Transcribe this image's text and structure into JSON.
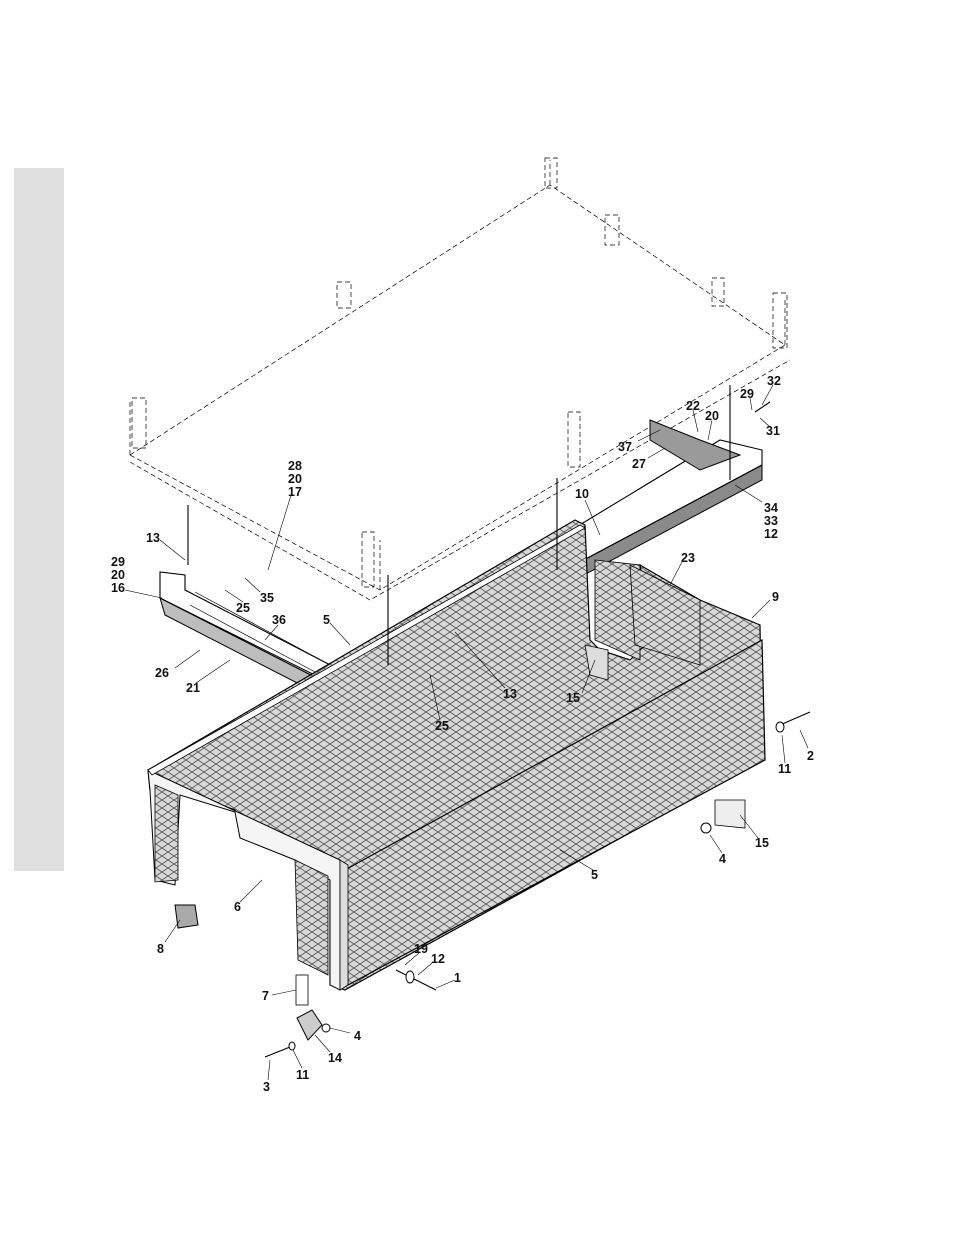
{
  "diagram": {
    "labels": [
      "32",
      "29",
      "22",
      "20",
      "31",
      "37",
      "27",
      "34",
      "33",
      "12",
      "28",
      "20",
      "17",
      "10",
      "13",
      "29",
      "20",
      "16",
      "35",
      "25",
      "23",
      "9",
      "5",
      "36",
      "26",
      "21",
      "13",
      "15",
      "25",
      "2",
      "11",
      "4",
      "15",
      "6",
      "5",
      "8",
      "19",
      "12",
      "1",
      "7",
      "4",
      "14",
      "3",
      "11"
    ]
  }
}
